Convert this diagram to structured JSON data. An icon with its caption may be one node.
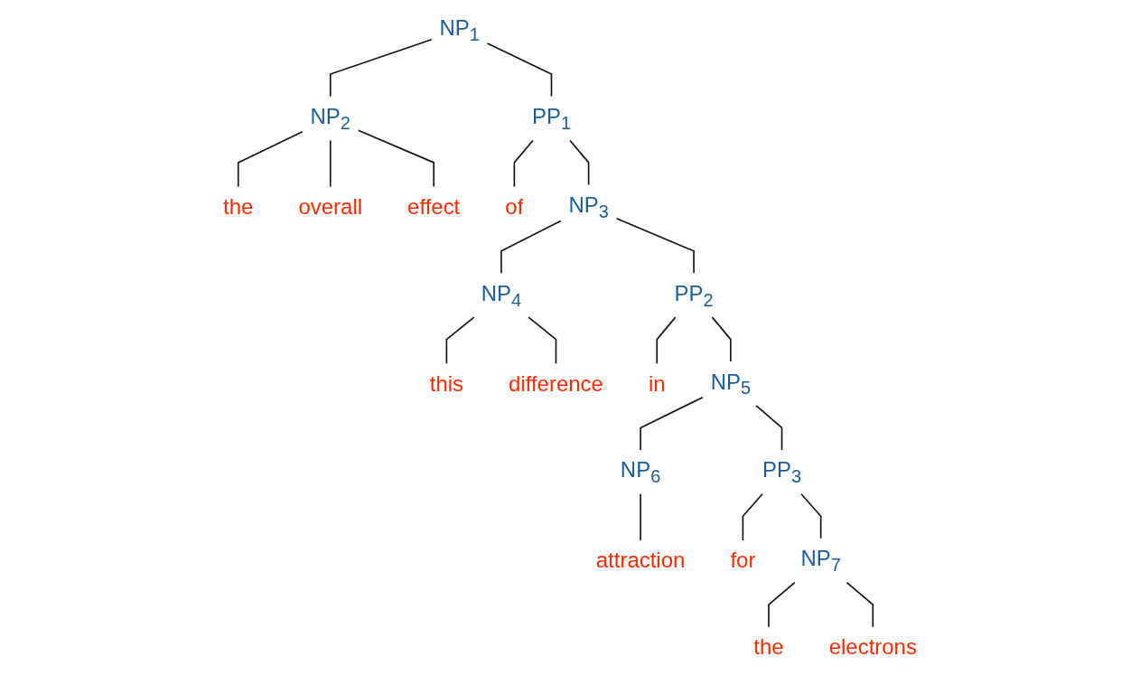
{
  "diagram": {
    "nodes": [
      {
        "text": [
          "NP$_{1}$"
        ]
      },
      {
        "text": [
          "NP$_{2}$"
        ]
      },
      {
        "text": [
          "PP$_{1}$"
        ]
      },
      {
        "text": [
          "the"
        ]
      },
      {
        "text": [
          "overall"
        ]
      },
      {
        "text": [
          "effect"
        ]
      },
      {
        "text": [
          "of"
        ]
      },
      {
        "text": [
          "NP$_{3}$"
        ]
      },
      {
        "text": [
          "NP$_{4}$"
        ]
      },
      {
        "text": [
          "PP$_{2}$"
        ]
      },
      {
        "text": [
          "this"
        ]
      },
      {
        "text": [
          "difference"
        ]
      },
      {
        "text": [
          "in"
        ]
      },
      {
        "text": [
          "NP$_{5}$"
        ]
      },
      {
        "text": [
          "NP$_{6}$"
        ]
      },
      {
        "text": [
          "PP$_{3}$"
        ]
      },
      {
        "text": [
          "attraction"
        ]
      },
      {
        "text": [
          "for"
        ]
      },
      {
        "text": [
          "NP$_{7}$"
        ]
      },
      {
        "text": [
          "the"
        ]
      },
      {
        "text": [
          "electrons"
        ]
      }
    ],
    "edges": [
      {
        "from": 0,
        "to": 1,
        "arrow": "none"
      },
      {
        "from": 0,
        "to": 2,
        "arrow": "none"
      },
      {
        "from": 1,
        "to": 3,
        "arrow": "none"
      },
      {
        "from": 1,
        "to": 4,
        "arrow": "none"
      },
      {
        "from": 1,
        "to": 5,
        "arrow": "none"
      },
      {
        "from": 2,
        "to": 6,
        "arrow": "none"
      },
      {
        "from": 2,
        "to": 7,
        "arrow": "none"
      },
      {
        "from": 7,
        "to": 8,
        "arrow": "none"
      },
      {
        "from": 7,
        "to": 9,
        "arrow": "none"
      },
      {
        "from": 8,
        "to": 10,
        "arrow": "none"
      },
      {
        "from": 8,
        "to": 11,
        "arrow": "none"
      },
      {
        "from": 9,
        "to": 12,
        "arrow": "none"
      },
      {
        "from": 9,
        "to": 13,
        "arrow": "none"
      },
      {
        "from": 13,
        "to": 14,
        "arrow": "none"
      },
      {
        "from": 13,
        "to": 15,
        "arrow": "none"
      },
      {
        "from": 14,
        "to": 16,
        "arrow": "none"
      },
      {
        "from": 15,
        "to": 17,
        "arrow": "none"
      },
      {
        "from": 15,
        "to": 18,
        "arrow": "none"
      },
      {
        "from": 18,
        "to": 19,
        "arrow": "none"
      },
      {
        "from": 18,
        "to": 20,
        "arrow": "none"
      }
    ]
  }
}
